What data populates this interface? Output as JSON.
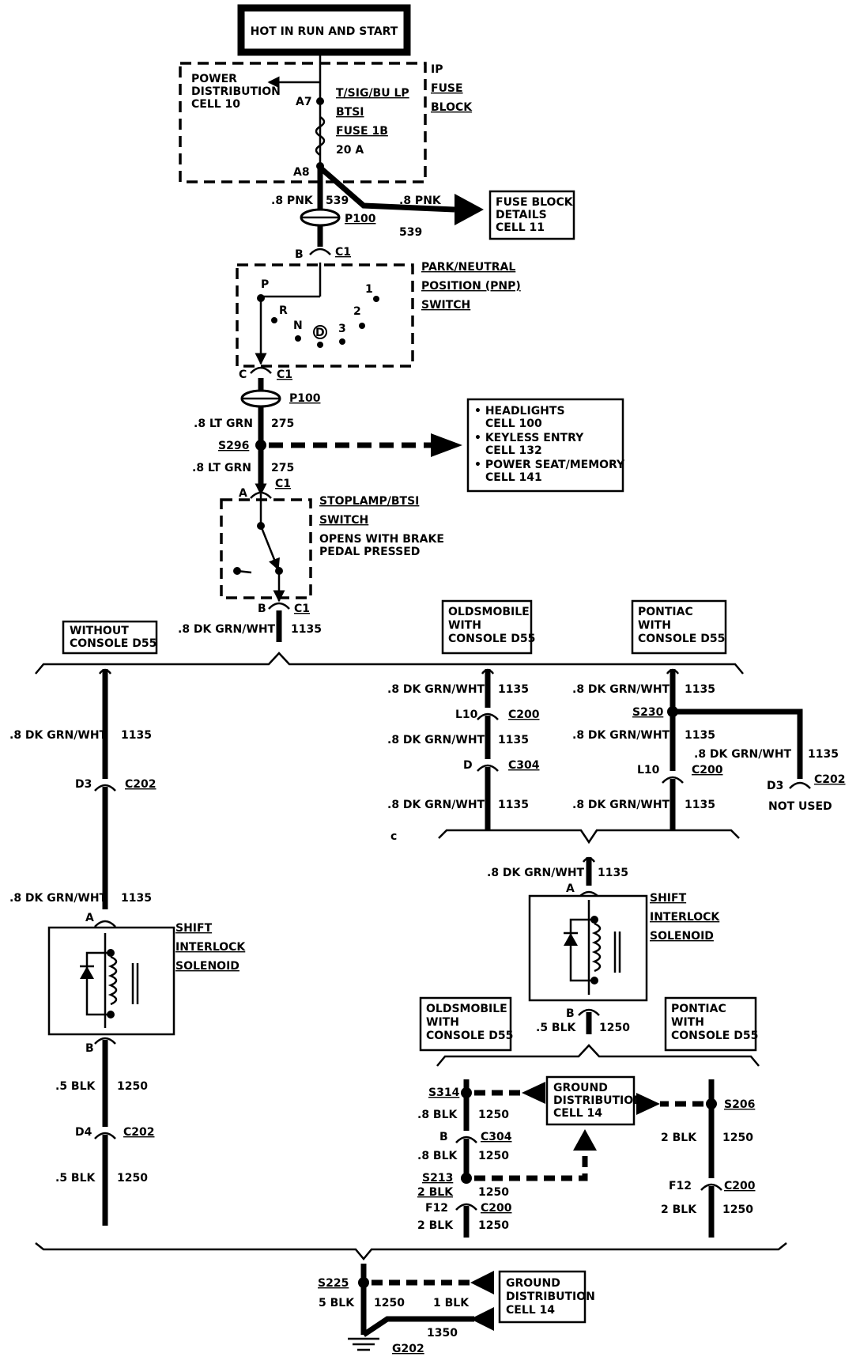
{
  "header": {
    "hot_label": "HOT IN RUN AND START"
  },
  "fuse_block": {
    "label_lines": [
      "IP",
      "FUSE",
      "BLOCK"
    ],
    "power_dist": [
      "POWER",
      "DISTRIBUTION",
      "CELL 10"
    ],
    "pin_a7": "A7",
    "pin_a8": "A8",
    "fuse_lines": [
      "T/SIG/BU LP",
      "BTSI",
      "FUSE 1B",
      "20 A"
    ]
  },
  "fuse_wire": {
    "gauge": ".8 PNK",
    "circuit": "539",
    "branch_gauge": ".8 PNK",
    "branch_circuit": "539"
  },
  "fuse_details": [
    "FUSE BLOCK",
    "DETAILS",
    "CELL 11"
  ],
  "p100_top": {
    "label": "P100",
    "pin_b": "B",
    "c1": "C1"
  },
  "pnp": {
    "label_lines": [
      "PARK/NEUTRAL",
      "POSITION (PNP)",
      "SWITCH"
    ],
    "positions": [
      "P",
      "R",
      "N",
      "D",
      "3",
      "2",
      "1"
    ]
  },
  "p100_bottom": {
    "pin_c": "C",
    "c1": "C1",
    "label": "P100"
  },
  "ltgrn": {
    "gauge_upper": ".8 LT GRN",
    "circuit_upper": "275",
    "splice": "S296",
    "gauge_lower": ".8 LT GRN",
    "circuit_lower": "275"
  },
  "cells_box": [
    "• HEADLIGHTS",
    "CELL 100",
    "• KEYLESS ENTRY",
    "CELL 132",
    "• POWER SEAT/MEMORY",
    "CELL 141"
  ],
  "stoplamp": {
    "pin_a": "A",
    "c1_top": "C1",
    "label_lines": [
      "STOPLAMP/BTSI",
      "SWITCH",
      "OPENS WITH BRAKE",
      "PEDAL PRESSED"
    ],
    "pin_b": "B",
    "c1_bottom": "C1"
  },
  "main_wire": {
    "gauge": ".8 DK GRN/WHT",
    "circuit": "1135"
  },
  "options": {
    "without_console": [
      "WITHOUT",
      "CONSOLE D55"
    ],
    "olds_console": [
      "OLDSMOBILE",
      "WITH",
      "CONSOLE D55"
    ],
    "pontiac_console": [
      "PONTIAC",
      "WITH",
      "CONSOLE D55"
    ]
  },
  "left_branch": {
    "gauge_1": ".8 DK GRN/WHT",
    "circuit_1": "1135",
    "pin_d3": "D3",
    "c202": "C202",
    "gauge_2": ".8 DK GRN/WHT",
    "circuit_2": "1135",
    "pin_a": "A",
    "solenoid": [
      "SHIFT",
      "INTERLOCK",
      "SOLENOID"
    ],
    "pin_b": "B",
    "gnd_gauge_1": ".5 BLK",
    "gnd_circuit_1": "1250",
    "pin_d4": "D4",
    "c202_b": "C202",
    "gnd_gauge_2": ".5 BLK",
    "gnd_circuit_2": "1250"
  },
  "olds_branch": {
    "g1": ".8 DK GRN/WHT",
    "c1": "1135",
    "pin_l10": "L10",
    "c200": "C200",
    "g2": ".8 DK GRN/WHT",
    "c2": "1135",
    "pin_d": "D",
    "c304": "C304",
    "g3": ".8 DK GRN/WHT",
    "c3": "1135",
    "stray": "c"
  },
  "pontiac_branch": {
    "g1": ".8 DK GRN/WHT",
    "c1": "1135",
    "splice": "S230",
    "g2": ".8 DK GRN/WHT",
    "c2": "1135",
    "side_gauge": ".8 DK GRN/WHT",
    "side_circuit": "1135",
    "pin_l10": "L10",
    "c200": "C200",
    "pin_d3": "D3",
    "c202": "C202",
    "not_used": "NOT USED",
    "g3": ".8 DK GRN/WHT",
    "c3": "1135"
  },
  "right_solenoid": {
    "gauge": ".8 DK GRN/WHT",
    "circuit": "1135",
    "pin_a": "A",
    "label": [
      "SHIFT",
      "INTERLOCK",
      "SOLENOID"
    ],
    "pin_b": "B",
    "gnd_gauge": ".5 BLK",
    "gnd_circuit": "1250"
  },
  "ground_options": {
    "olds": [
      "OLDSMOBILE",
      "WITH",
      "CONSOLE D55"
    ],
    "pontiac": [
      "PONTIAC",
      "WITH",
      "CONSOLE D55"
    ]
  },
  "olds_ground": {
    "s314": "S314",
    "g1": ".8 BLK",
    "c1": "1250",
    "pin_b": "B",
    "c304": "C304",
    "g2": ".8 BLK",
    "c2": "1250",
    "s213": "S213",
    "g3": "2 BLK",
    "c3": "1250",
    "pin_f12": "F12",
    "c200": "C200",
    "g4": "2 BLK",
    "c4": "1250"
  },
  "ground_dist_mid": [
    "GROUND",
    "DISTRIBUTION",
    "CELL 14"
  ],
  "pontiac_ground": {
    "s206": "S206",
    "g1": "2 BLK",
    "c1": "1250",
    "pin_f12": "F12",
    "c200": "C200",
    "g2": "2 BLK",
    "c2": "1250"
  },
  "bottom_ground": {
    "s225": "S225",
    "gauge": "5 BLK",
    "circuit": "1250",
    "gauge_b": "1 BLK",
    "circuit_b": "1350",
    "g202": "G202",
    "dist": [
      "GROUND",
      "DISTRIBUTION",
      "CELL 14"
    ]
  }
}
